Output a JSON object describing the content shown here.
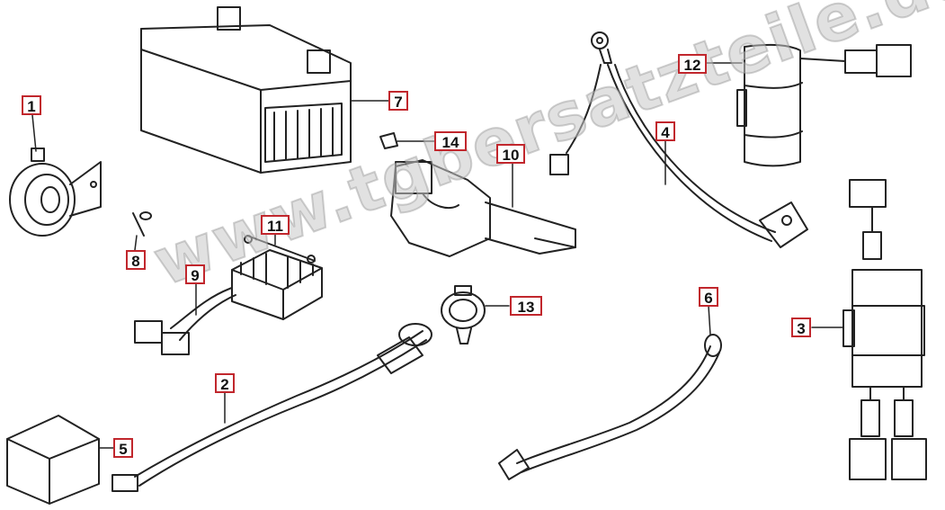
{
  "watermark": "www.tgbersatzteile.de",
  "callouts": [
    "1",
    "2",
    "3",
    "4",
    "5",
    "6",
    "7",
    "8",
    "9",
    "10",
    "11",
    "12",
    "13",
    "14"
  ],
  "colors": {
    "callout_border": "#c1272d",
    "line": "#222222"
  }
}
